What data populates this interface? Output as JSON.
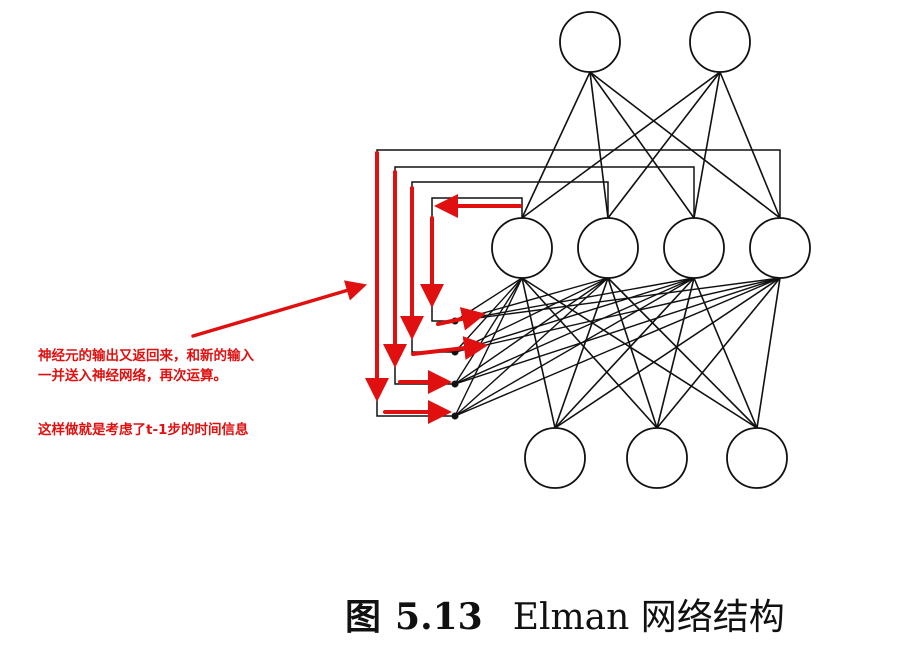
{
  "annotation": {
    "line1": "神经元的输出又返回来，和新的输入",
    "line2": "一并送入神经网络，再次运算。",
    "line3": "这样做就是考虑了t-1步的时间信息"
  },
  "caption": {
    "figure_label": "图",
    "figure_number": "5.13",
    "title": "Elman 网络结构"
  },
  "diagram": {
    "layers": {
      "output": 2,
      "hidden": 4,
      "input": 3,
      "context": 4
    },
    "colors": {
      "network": "#111111",
      "annotation": "#e01010"
    }
  }
}
